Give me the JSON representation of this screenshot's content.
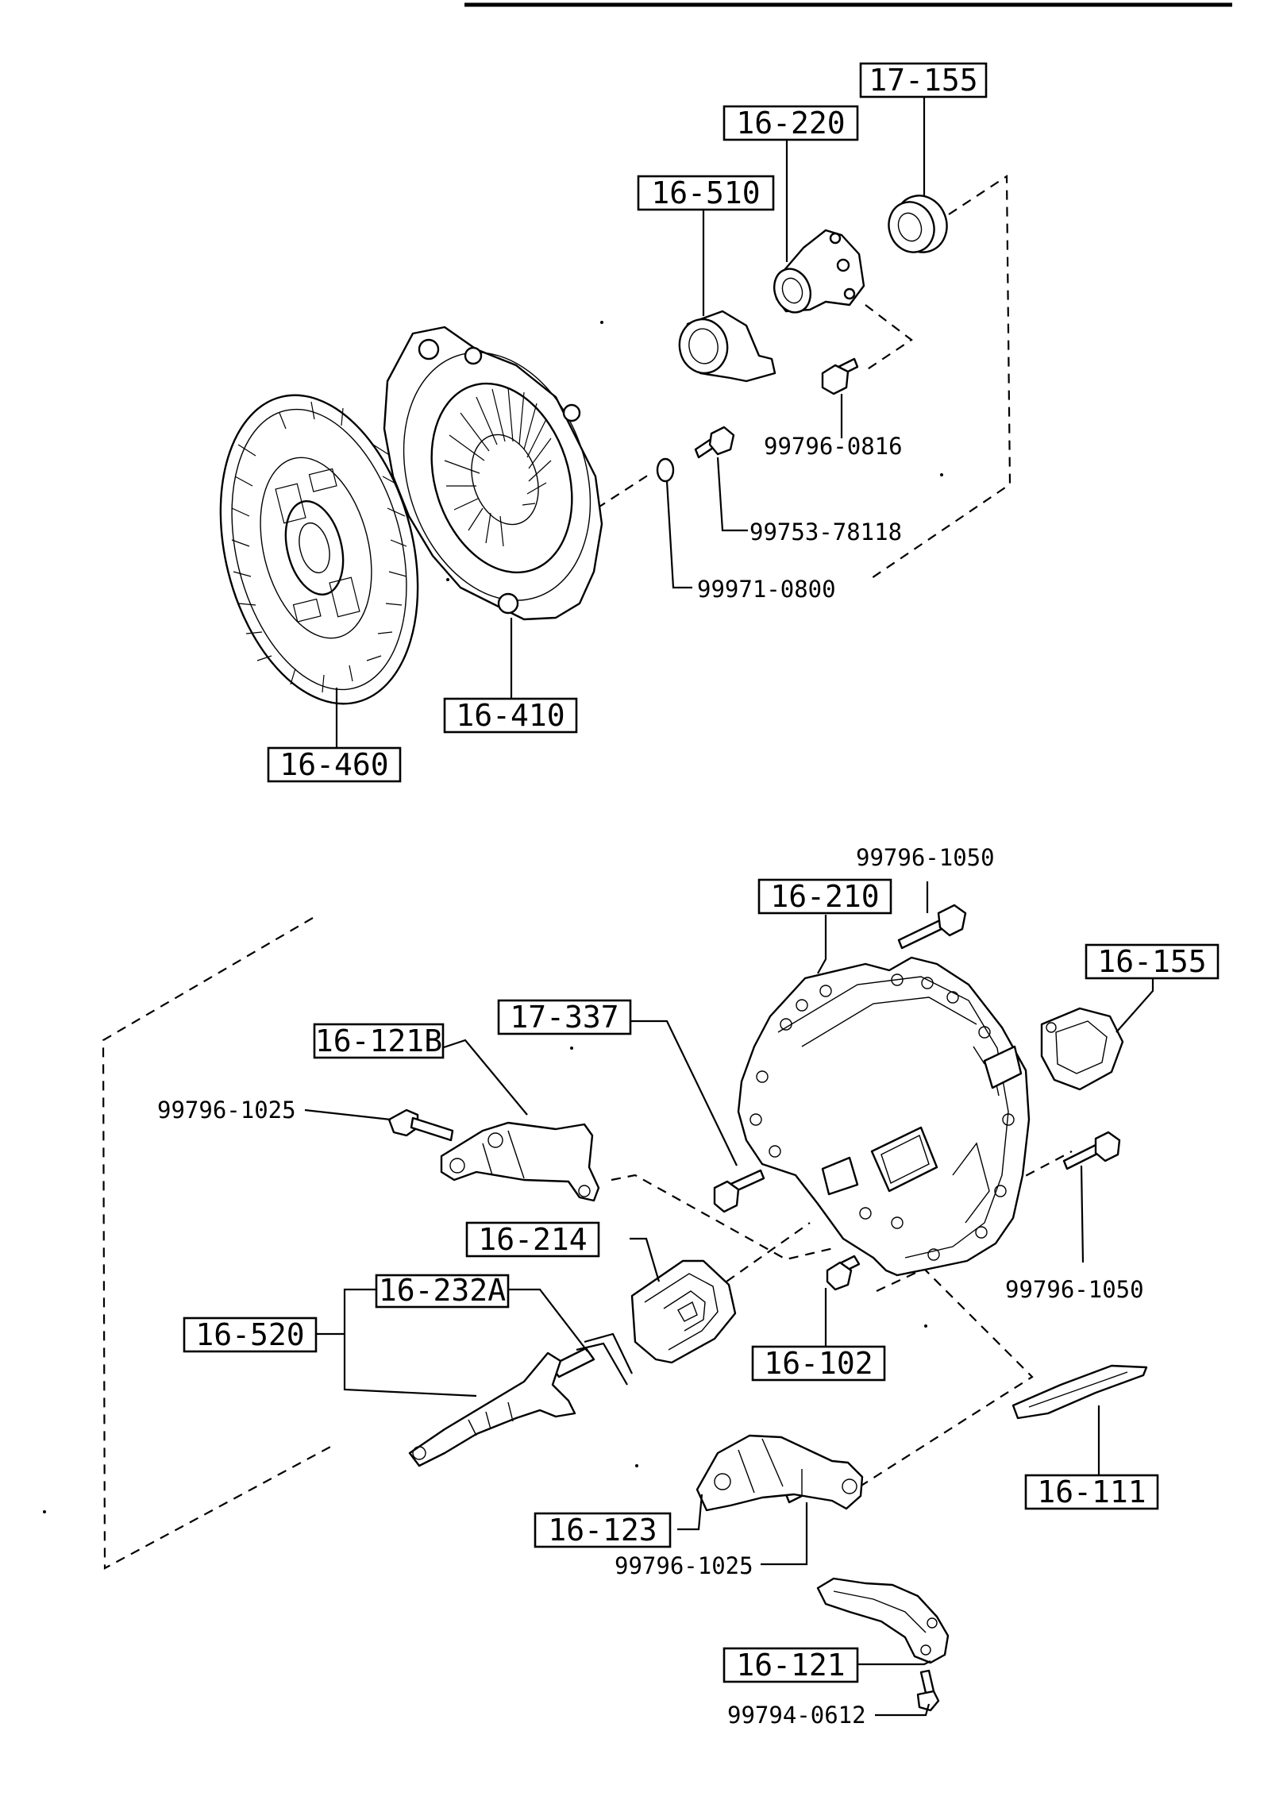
{
  "boxed_labels": {
    "p17_155": "17-155",
    "p16_220": "16-220",
    "p16_510": "16-510",
    "p16_410": "16-410",
    "p16_460": "16-460",
    "p16_210": "16-210",
    "p16_155": "16-155",
    "p17_337": "17-337",
    "p16_121B": "16-121B",
    "p16_214": "16-214",
    "p16_232A": "16-232A",
    "p16_520": "16-520",
    "p16_102": "16-102",
    "p16_111": "16-111",
    "p16_123": "16-123",
    "p16_121": "16-121"
  },
  "plain_labels": {
    "b99796_0816": "99796-0816",
    "b99753_78118": "99753-78118",
    "b99971_0800": "99971-0800",
    "b99796_1050_top": "99796-1050",
    "b99796_1050_right": "99796-1050",
    "b99796_1025_left": "99796-1025",
    "b99796_1025_bottom": "99796-1025",
    "b99794_0612": "99794-0612"
  },
  "icons": {
    "clutch_disc": "clutch-disc-icon",
    "pressure_plate": "pressure-plate-icon",
    "release_bearing": "release-bearing-icon",
    "bearing_guide": "bearing-guide-icon",
    "pilot_bearing": "pilot-bearing-icon",
    "clutch_housing": "clutch-housing-icon",
    "release_fork": "release-fork-icon",
    "boot": "boot-icon",
    "bracket": "bracket-icon",
    "bolt": "bolt-icon",
    "plate": "plate-icon",
    "washer": "washer-icon"
  }
}
